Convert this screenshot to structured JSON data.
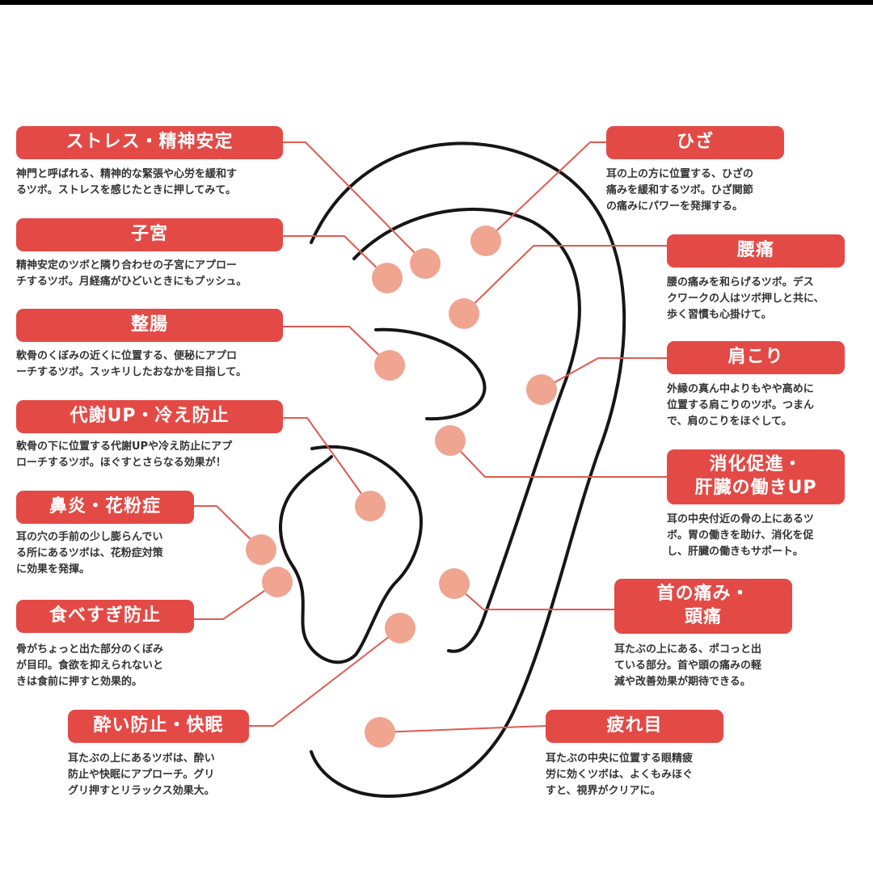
{
  "colors": {
    "accent": "#e34a46",
    "point": "#efa590",
    "line": "#e05a52",
    "text": "#333333"
  },
  "items": [
    {
      "title": [
        "ストレス・精神安定"
      ],
      "desc": [
        "神門と呼ばれる、精神的な緊張や心労を緩和す",
        "るツボ。ストレスを感じたときに押してみて。"
      ]
    },
    {
      "title": [
        "子宮"
      ],
      "desc": [
        "精神安定のツボと隣り合わせの子宮にアプロー",
        "チするツボ。月経痛がひどいときにもプッシュ。"
      ]
    },
    {
      "title": [
        "整腸"
      ],
      "desc": [
        "軟骨のくぼみの近くに位置する、便秘にアプロ",
        "ーチするツボ。スッキリしたおなかを目指して。"
      ]
    },
    {
      "title": [
        "代謝UP・冷え防止"
      ],
      "desc": [
        "軟骨の下に位置する代謝UPや冷え防止にアプ",
        "ローチするツボ。ほぐすとさらなる効果が！"
      ]
    },
    {
      "title": [
        "鼻炎・花粉症"
      ],
      "desc": [
        "耳の穴の手前の少し膨らんでい",
        "る所にあるツボは、花粉症対策",
        "に効果を発揮。"
      ]
    },
    {
      "title": [
        "食べすぎ防止"
      ],
      "desc": [
        "骨がちょっと出た部分のくぼみ",
        "が目印。食欲を抑えられないと",
        "きは食前に押すと効果的。"
      ]
    },
    {
      "title": [
        "酔い防止・快眠"
      ],
      "desc": [
        "耳たぶの上にあるツボは、酔い",
        "防止や快眠にアプローチ。グリ",
        "グリ押すとリラックス効果大。"
      ]
    },
    {
      "title": [
        "ひざ"
      ],
      "desc": [
        "耳の上の方に位置する、ひざの",
        "痛みを緩和するツボ。ひざ関節",
        "の痛みにパワーを発揮する。"
      ]
    },
    {
      "title": [
        "腰痛"
      ],
      "desc": [
        "腰の痛みを和らげるツボ。デス",
        "クワークの人はツボ押しと共に、",
        "歩く習慣も心掛けて。"
      ]
    },
    {
      "title": [
        "肩こり"
      ],
      "desc": [
        "外縁の真ん中よりもやや高めに",
        "位置する肩こりのツボ。つまん",
        "で、肩のこりをほぐして。"
      ]
    },
    {
      "title": [
        "消化促進・",
        "肝臓の働きUP"
      ],
      "desc": [
        "耳の中央付近の骨の上にあるツ",
        "ボ。胃の働きを助け、消化を促",
        "し、肝臓の働きもサポート。"
      ]
    },
    {
      "title": [
        "首の痛み・",
        "頭痛"
      ],
      "desc": [
        "耳たぶの上にある、ポコっと出",
        "ている部分。首や頭の痛みの軽",
        "減や改善効果が期待できる。"
      ]
    },
    {
      "title": [
        "疲れ目"
      ],
      "desc": [
        "耳たぶの中央に位置する眼精疲",
        "労に効くツボは、よくもみほぐ",
        "すと、視界がクリアに。"
      ]
    }
  ]
}
